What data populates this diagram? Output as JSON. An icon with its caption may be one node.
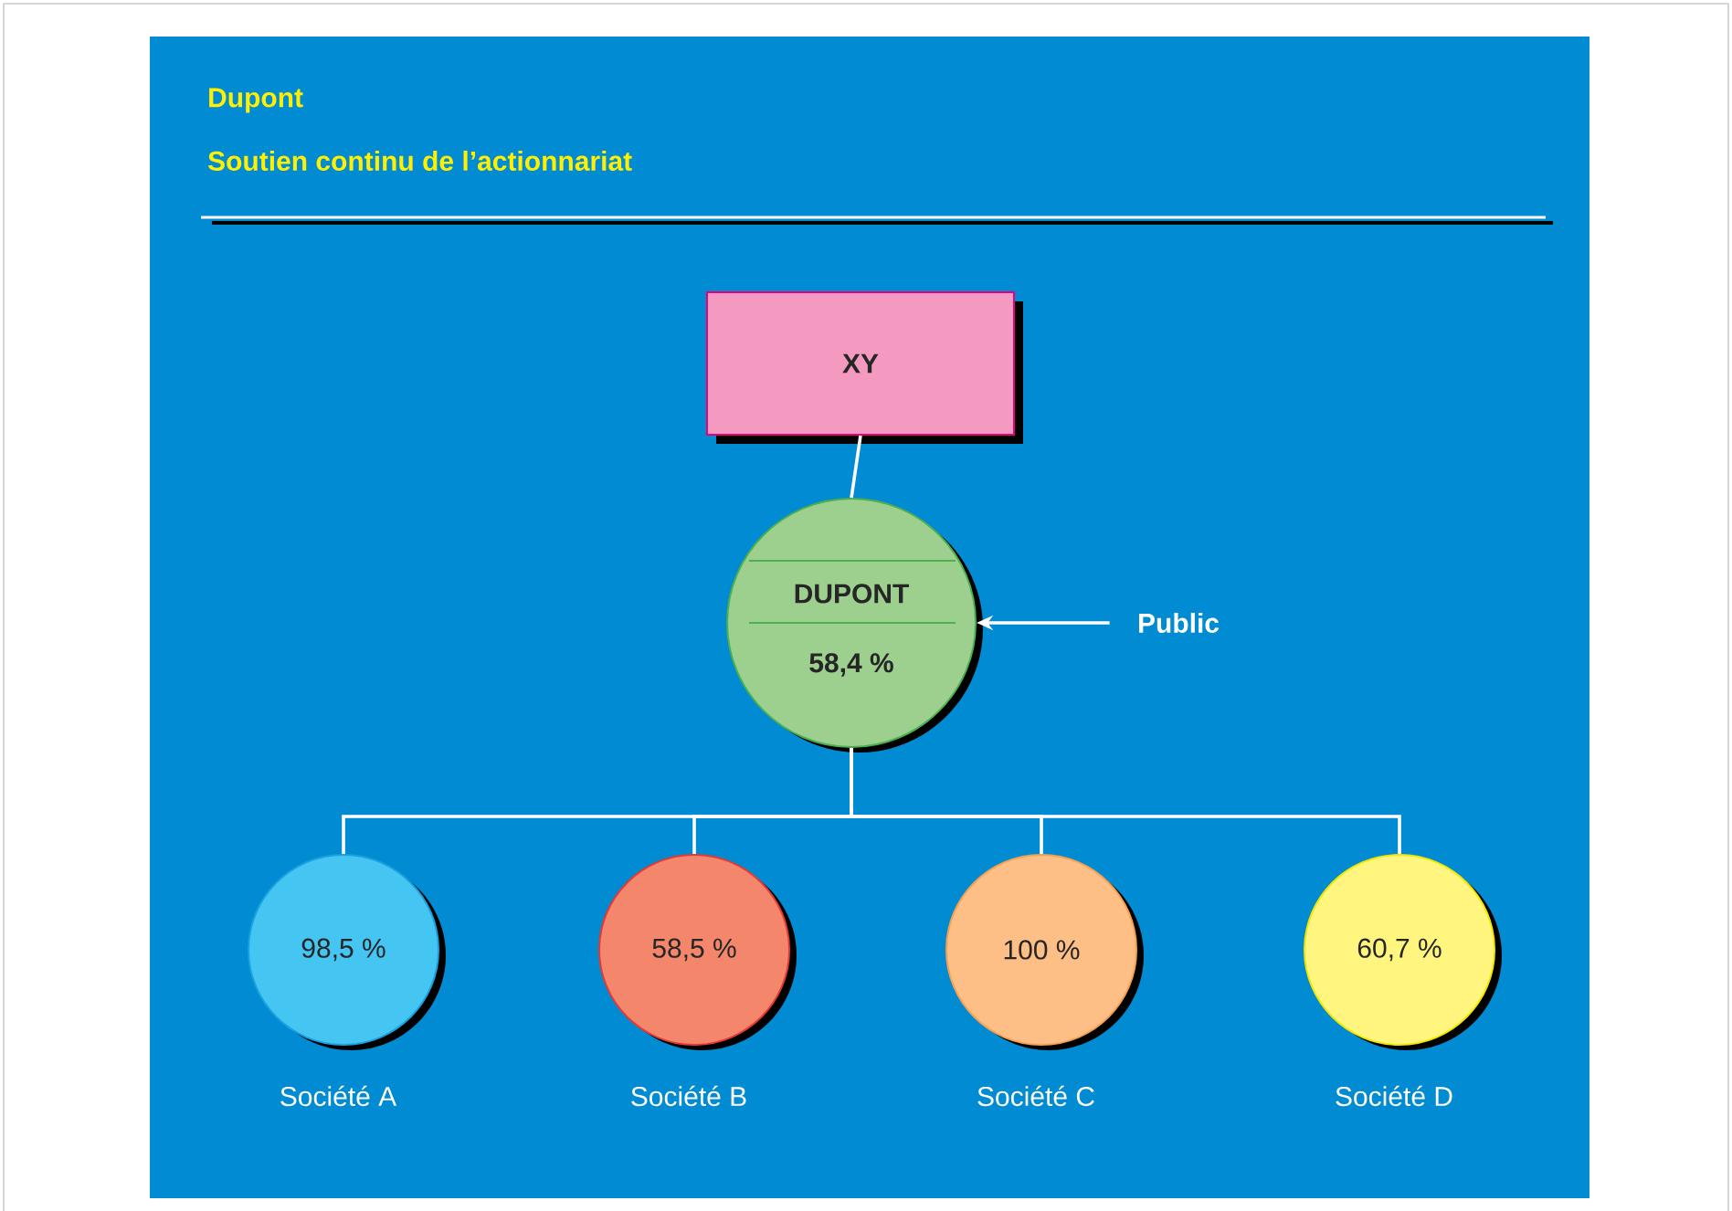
{
  "diagram": {
    "title": "Dupont",
    "nodes": [
      {
        "text": [
          "XY"
        ]
      },
      {
        "text": [
          "DUPONT",
          "58,4 %"
        ]
      },
      {
        "text": [
          "Public"
        ]
      },
      {
        "text": [
          "98,5 %"
        ],
        "beside": [
          "Société A"
        ]
      },
      {
        "text": [
          "58,5 %"
        ],
        "beside": [
          "Société B"
        ]
      },
      {
        "text": [
          "100 %"
        ],
        "beside": [
          "Société C"
        ]
      },
      {
        "text": [
          "60,7 %"
        ],
        "beside": [
          "Société D"
        ]
      }
    ],
    "edges": [
      {
        "from": 0,
        "to": 1,
        "arrow": "none"
      },
      {
        "from": 2,
        "to": 1,
        "arrow": "to"
      },
      {
        "from": 1,
        "to": 3,
        "arrow": "none"
      },
      {
        "from": 1,
        "to": 4,
        "arrow": "none"
      },
      {
        "from": 1,
        "to": 5,
        "arrow": "none"
      },
      {
        "from": 1,
        "to": 6,
        "arrow": "none"
      }
    ],
    "labels": [
      "Soutien continu de l’actionnariat"
    ]
  }
}
